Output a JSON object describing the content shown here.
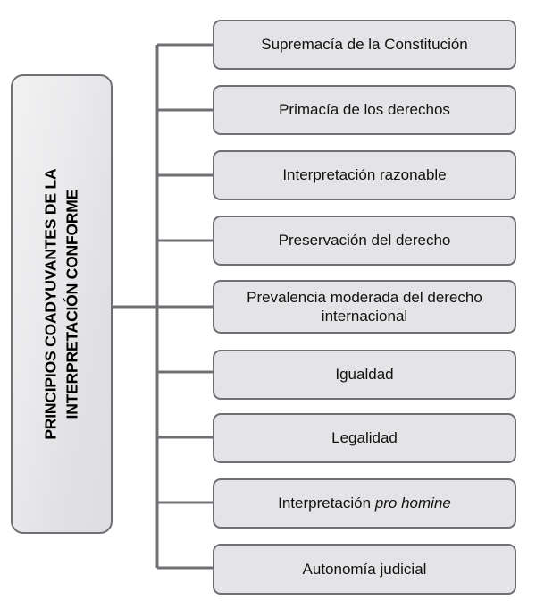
{
  "diagram": {
    "type": "tree",
    "orientation": "left-root-right-leaves",
    "root": {
      "label_line_1": "PRINCIPIOS COADYUVANTES DE LA",
      "label_line_2": "INTERPRETACIÓN CONFORME",
      "rotation_deg": -90
    },
    "colors": {
      "node_fill": "#e4e4e6",
      "node_border": "#6e7073",
      "connector": "#6e7073",
      "text": "#111111",
      "background": "#ffffff"
    },
    "leaves": [
      {
        "label": "Supremacía de la Constitución",
        "italic": "",
        "lines": 1
      },
      {
        "label": "Primacía de los derechos",
        "italic": "",
        "lines": 1
      },
      {
        "label": "Interpretación razonable",
        "italic": "",
        "lines": 1
      },
      {
        "label": "Preservación del derecho",
        "italic": "",
        "lines": 1
      },
      {
        "label": "Prevalencia moderada del derecho internacional",
        "italic": "",
        "lines": 2
      },
      {
        "label": "Igualdad",
        "italic": "",
        "lines": 1
      },
      {
        "label": "Legalidad",
        "italic": "",
        "lines": 1
      },
      {
        "label": "Interpretación ",
        "italic": "pro homine",
        "lines": 1
      },
      {
        "label": "Autonomía judicial",
        "italic": "",
        "lines": 1
      }
    ]
  }
}
